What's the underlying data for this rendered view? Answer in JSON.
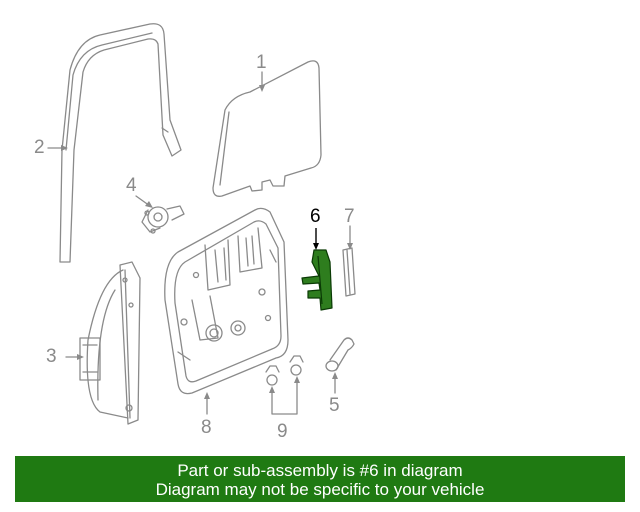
{
  "diagram": {
    "callouts": {
      "c1": "1",
      "c2": "2",
      "c3": "3",
      "c4": "4",
      "c5": "5",
      "c6": "6",
      "c7": "7",
      "c8": "8",
      "c9": "9"
    },
    "highlighted_part": "6",
    "colors": {
      "line": "#8a8a8a",
      "highlight_fill": "#2e7d1e",
      "highlight_stroke": "#0a3a05",
      "banner_bg": "#1f7a12"
    }
  },
  "banner": {
    "line1": "Part or sub-assembly is #6 in diagram",
    "line2": "Diagram may not be specific to your vehicle"
  }
}
